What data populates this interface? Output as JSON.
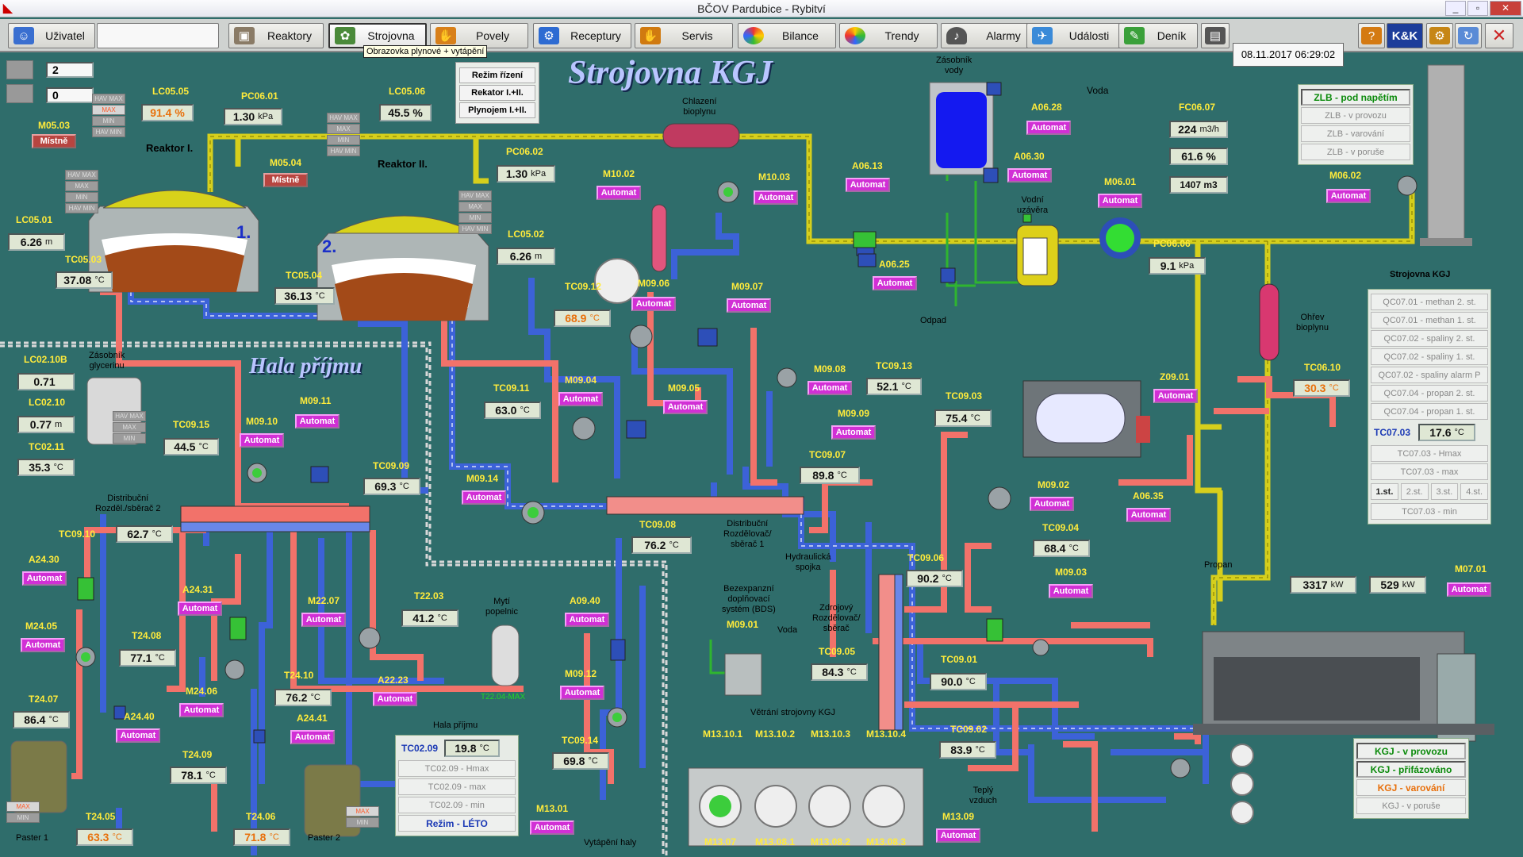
{
  "window": {
    "title": "BČOV Pardubice - Rybitví",
    "buttons": [
      "_",
      "▫",
      "✕"
    ]
  },
  "toolbar": {
    "user": "Uživatel",
    "reaktory": "Reaktory",
    "strojovna": "Strojovna",
    "povely": "Povely",
    "receptury": "Receptury",
    "servis": "Servis",
    "bilance": "Bilance",
    "trendy": "Trendy",
    "alarmy": "Alarmy",
    "udalosti": "Události",
    "denik": "Deník",
    "datetime": "08.11.2017 06:29:02",
    "brand": "K&K",
    "tooltip": "Obrazovka  plynové + vytápění"
  },
  "colors": {
    "bg": "#2f6d6b",
    "gas": "#d6cf1c",
    "hot": "#f2726a",
    "cold": "#3c62d8",
    "auto": "#d12fd5",
    "value_bg": "#dfe7d4"
  },
  "titles": {
    "main": "Strojovna KGJ",
    "hala": "Hala příjmu"
  },
  "counters": [
    "2",
    "0"
  ],
  "mode_panel": [
    "Režim řízení",
    "Rekator I.+II.",
    "Plynojem I.+II."
  ],
  "reactors": {
    "r1": "Reaktor I.",
    "r2": "Reaktor II.",
    "n1": "1.",
    "n2": "2."
  },
  "ind": {
    "havmax": "HAV MAX",
    "max": "MAX",
    "min": "MIN",
    "havmin": "HAV MIN"
  },
  "tags": {
    "LC0505": "LC05.05",
    "LC0505v": "91.4 %",
    "PC0601": "PC06.01",
    "PC0601v": "1.30",
    "PC0601u": "kPa",
    "LC0506": "LC05.06",
    "LC0506v": "45.5 %",
    "M0503": "M05.03",
    "M0504": "M05.04",
    "LC0501": "LC05.01",
    "LC0501v": "6.26",
    "LC0501u": "m",
    "TC0503": "TC05.03",
    "TC0503v": "37.08",
    "TC0504": "TC05.04",
    "TC0504v": "36.13",
    "PC0602": "PC06.02",
    "PC0602v": "1.30",
    "PC0602u": "kPa",
    "LC0502": "LC05.02",
    "LC0502v": "6.26",
    "LC0502u": "m",
    "M1002": "M10.02",
    "M1003": "M10.03",
    "chlaz": "Chlazení\nbioplynu",
    "A0613": "A06.13",
    "A0628": "A06.28",
    "A0630": "A06.30",
    "A0625": "A06.25",
    "zasv": "Zásobník\nvody",
    "voda": "Voda",
    "odpad": "Odpad",
    "vodniuz": "Vodní\nuzávěra",
    "M0601": "M06.01",
    "FC0607": "FC06.07",
    "FC0607v": "224",
    "FC0607u": "m3/h",
    "FC0607p": "61.6 %",
    "FC0607t": "1407 m3",
    "PC0606": "PC06.06",
    "PC0606v": "9.1",
    "PC0606u": "kPa",
    "M0602": "M06.02",
    "LC0210B": "LC02.10B",
    "LC0210Bv": "0.71",
    "LC0210": "LC02.10",
    "LC0210v": "0.77",
    "TC0211": "TC02.11",
    "TC0211v": "35.3",
    "zasgly": "Zásobník\nglycerinu",
    "TC0912": "TC09.12",
    "TC0912v": "68.9",
    "M0906": "M09.06",
    "M0907": "M09.07",
    "TC0911": "TC09.11",
    "TC0911v": "63.0",
    "M0904": "M09.04",
    "M0905": "M09.05",
    "M0908": "M09.08",
    "TC0913": "TC09.13",
    "TC0913v": "52.1",
    "M0909": "M09.09",
    "TC0903": "TC09.03",
    "TC0903v": "75.4",
    "Z0901": "Z09.01",
    "TC0610": "TC06.10",
    "TC0610v": "30.3",
    "TC0915": "TC09.15",
    "TC0915v": "44.5",
    "M0910": "M09.10",
    "M0911": "M09.11",
    "TC0909": "TC09.09",
    "TC0909v": "69.3",
    "M0914": "M09.14",
    "TC0907": "TC09.07",
    "TC0907v": "89.8",
    "distr2": "Distribuční\nRozděl./sběrač 2",
    "TC0910": "TC09.10",
    "TC0910v": "62.7",
    "TC0908": "TC09.08",
    "TC0908v": "76.2",
    "distr1": "Distribuční\nRozdělovač/\nsběrač 1",
    "hydro": "Hydraulická\nspojka",
    "M0902": "M09.02",
    "A0635": "A06.35",
    "TC0904": "TC09.04",
    "TC0904v": "68.4",
    "M0903": "M09.03",
    "propan": "Propan",
    "TC0906": "TC09.06",
    "TC0906v": "90.2",
    "zdroj": "Zdrojový\nRozdělovač/\nsběrač",
    "power1": "3317",
    "power1u": "kW",
    "power2": "529",
    "power2u": "kW",
    "M0701": "M07.01",
    "ohrev": "Ohřev\nbioplynu",
    "A2430": "A24.30",
    "A2431": "A24.31",
    "M2405": "M24.05",
    "T2408": "T24.08",
    "T2408v": "77.1",
    "M2406": "M24.06",
    "T2407": "T24.07",
    "T2407v": "86.4",
    "A2440": "A24.40",
    "T2409": "T24.09",
    "T2409v": "78.1",
    "T2405": "T24.05",
    "T2405v": "63.3",
    "T2406": "T24.06",
    "T2406v": "71.8",
    "paster1": "Paster 1",
    "paster2": "Paster 2",
    "A2441": "A24.41",
    "T2410": "T24.10",
    "T2410v": "76.2",
    "M2207": "M22.07",
    "T2203": "T22.03",
    "T2203v": "41.2",
    "myti": "Mytí\npopelnic",
    "A2223": "A22.23",
    "T2204max": "T22.04-MAX",
    "A0940": "A09.40",
    "M0912": "M09.12",
    "TC0914": "TC09.14",
    "TC0914v": "69.8",
    "M1301": "M13.01",
    "vytap": "Vytápění haly",
    "bds": "Bezexpanzní\ndoplňovací\nsystém (BDS)",
    "M0901": "M09.01",
    "voda2": "Voda",
    "TC0905": "TC09.05",
    "TC0905v": "84.3",
    "TC0901": "TC09.01",
    "TC0901v": "90.0",
    "TC0902": "TC09.02",
    "TC0902v": "83.9",
    "vetr": "Větrání strojovny KGJ",
    "M13101": "M13.10.1",
    "M13102": "M13.10.2",
    "M13103": "M13.10.3",
    "M13104": "M13.10.4",
    "M1307": "M13.07",
    "M13081": "M13.08.1",
    "M13082": "M13.08.2",
    "M13083": "M13.08.3",
    "tepl": "Teplý\nvzduch",
    "M1309": "M13.09",
    "mistne": "Místně",
    "automat": "Automat",
    "halaprij": "Hala příjmu",
    "degC": "°C"
  },
  "zlb": [
    "ZLB - pod napětím",
    "ZLB - v provozu",
    "ZLB - varování",
    "ZLB - v poruše"
  ],
  "kgj_panel": {
    "title": "Strojovna KGJ",
    "rows": [
      "QC07.01 - methan 2. st.",
      "QC07.01 - methan 1. st.",
      "QC07.02 - spaliny 2. st.",
      "QC07.02 - spaliny 1. st.",
      "QC07.02 - spaliny alarm P",
      "QC07.04 - propan 2. st.",
      "QC07.04 - propan 1. st."
    ],
    "tc0703": "TC07.03",
    "tc0703v": "17.6",
    "hmax": "TC07.03 - Hmax",
    "max": "TC07.03 - max",
    "stages": [
      "1.st.",
      "2.st.",
      "3.st.",
      "4.st."
    ],
    "min": "TC07.03 - min"
  },
  "hala_panel": {
    "title": "Hala příjmu",
    "tc": "TC02.09",
    "tcv": "19.8",
    "hmax": "TC02.09 - Hmax",
    "max": "TC02.09 - max",
    "min": "TC02.09 - min",
    "mode": "Režim - LÉTO"
  },
  "kgj_status": [
    "KGJ - v provozu",
    "KGJ - přifázováno",
    "KGJ - varování",
    "KGJ - v poruše"
  ]
}
